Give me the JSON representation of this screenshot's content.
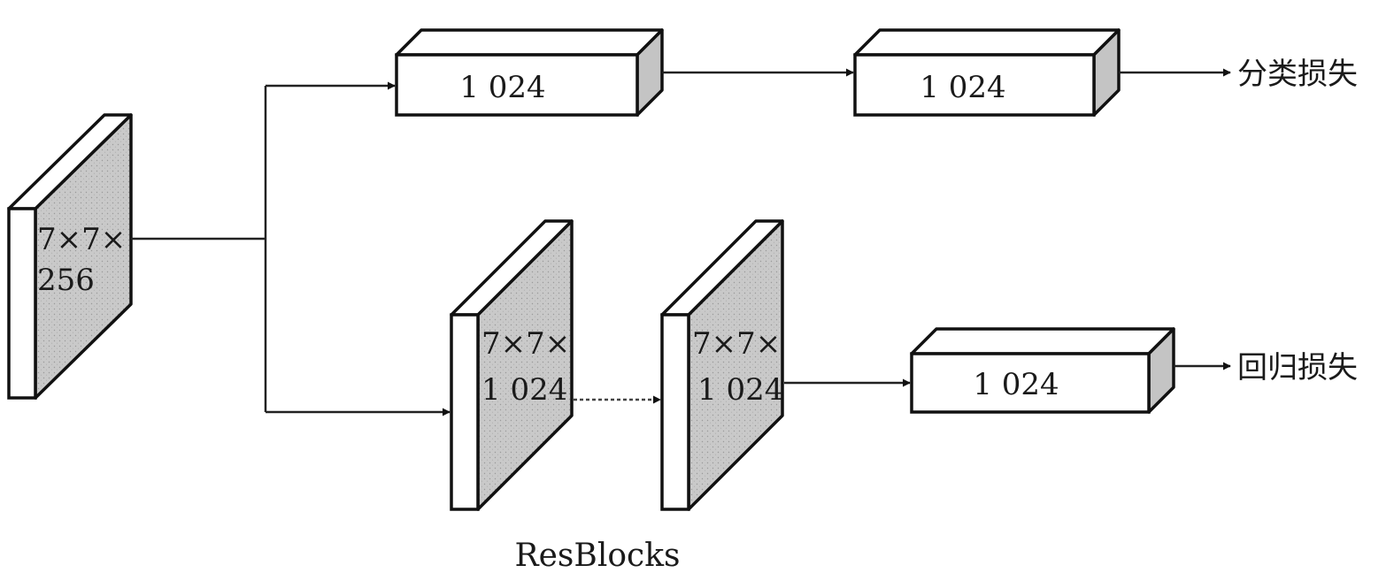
{
  "feature_map": {
    "line1": "7×7×",
    "line2": "256"
  },
  "classification_branch": {
    "fc1_label": "1 024",
    "fc2_label": "1 024",
    "output_label": "分类损失"
  },
  "regression_branch": {
    "resblock1": {
      "line1": "7×7×",
      "line2": "1 024"
    },
    "resblock2": {
      "line1": "7×7×",
      "line2": "1 024"
    },
    "fc_label": "1 024",
    "output_label": "回归损失",
    "caption": "ResBlocks"
  },
  "colors": {
    "stroke": "#111111",
    "shaded_face": "#c4c4c4",
    "fill": "#ffffff"
  }
}
